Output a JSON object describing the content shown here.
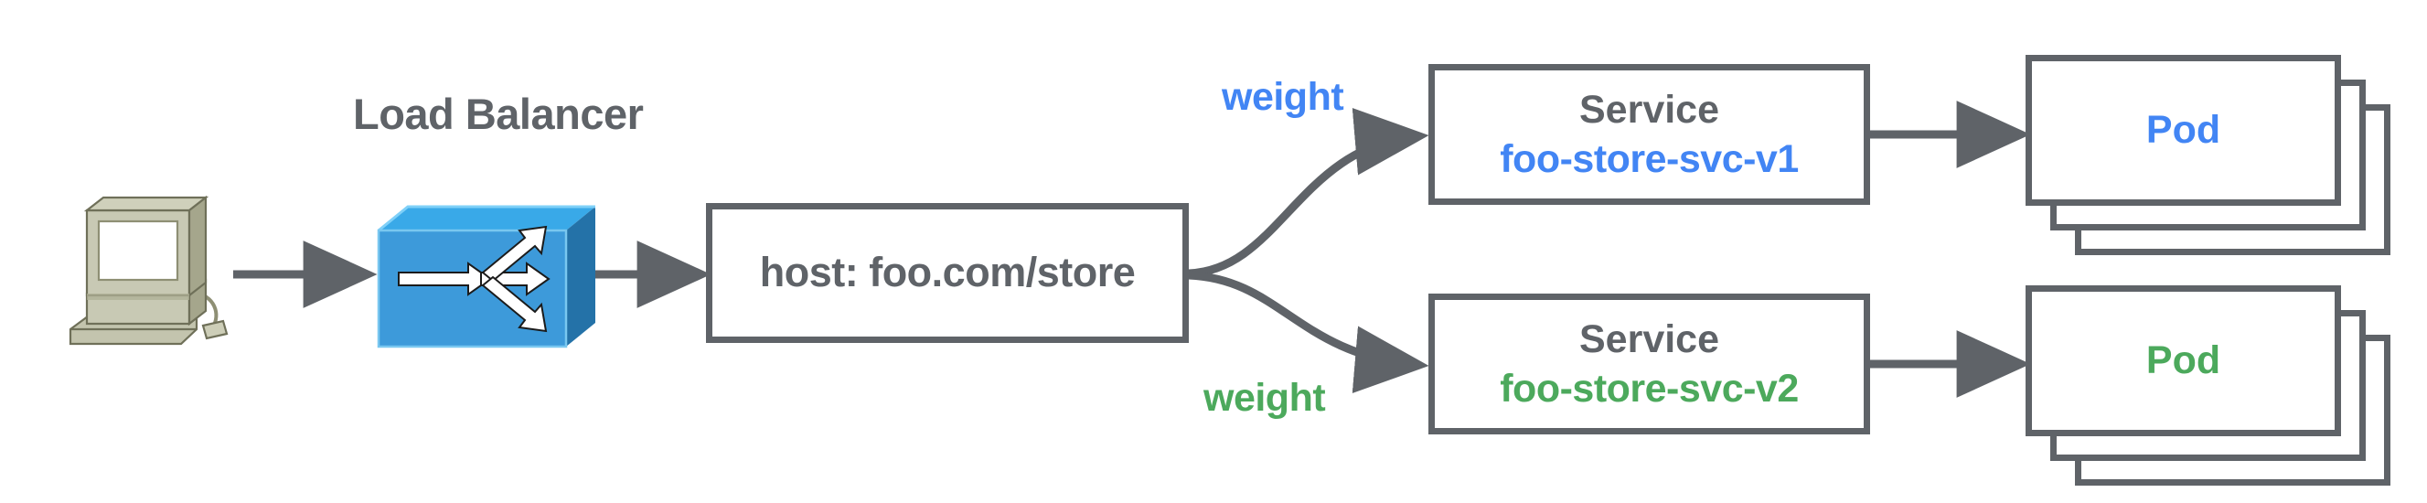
{
  "diagram": {
    "title_label": "Load Balancer",
    "colors": {
      "stroke_gray": "#5f6368",
      "blue": "#4285f4",
      "green": "#4ca95c",
      "lb_face": "#3d9ada",
      "lb_top": "#39a9e8",
      "lb_side": "#2472a8",
      "workstation_body": "#c8c9b4",
      "workstation_shade": "#a5a68c",
      "background": "#ffffff"
    },
    "icons": {
      "workstation": "workstation-icon",
      "load_balancer": "load-balancer-icon",
      "arrow_head": "arrow-head-icon"
    },
    "host_node": {
      "label": "host: foo.com/store"
    },
    "branches": [
      {
        "weight_label": "weight",
        "weight_color": "#4285f4",
        "service_title": "Service",
        "service_name": "foo-store-svc-v1",
        "service_color": "#4285f4",
        "pod_label": "Pod",
        "pod_color": "#4285f4",
        "pod_replicas": 3
      },
      {
        "weight_label": "weight",
        "weight_color": "#4ca95c",
        "service_title": "Service",
        "service_name": "foo-store-svc-v2",
        "service_color": "#4ca95c",
        "pod_label": "Pod",
        "pod_color": "#4ca95c",
        "pod_replicas": 3
      }
    ]
  }
}
